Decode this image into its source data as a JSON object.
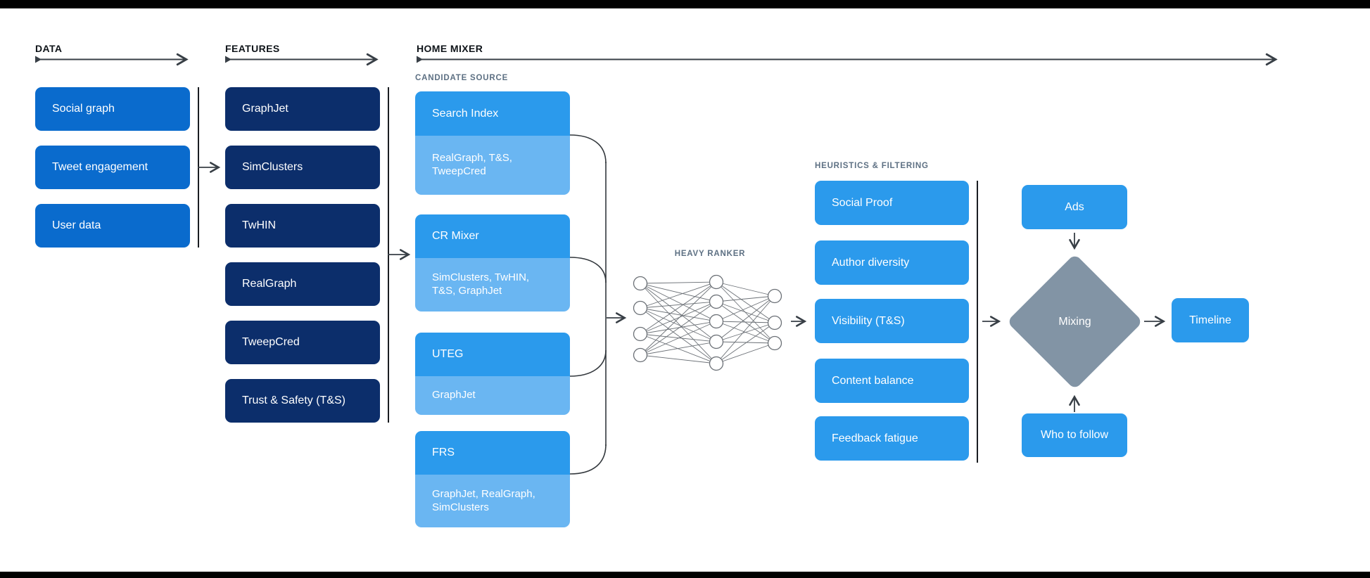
{
  "colors": {
    "primary_blue": "#0a6bcd",
    "navy": "#0c2e6b",
    "sky_blue": "#2b9aec",
    "sky_light": "#6ab6f2",
    "diamond_gray": "#8294a5",
    "bar_black": "#000000",
    "heading_text": "#0f1419",
    "sublabel_text": "#5d7083",
    "line_color": "#383f46"
  },
  "sections": {
    "data": {
      "title": "DATA",
      "items": [
        "Social graph",
        "Tweet engagement",
        "User data"
      ]
    },
    "features": {
      "title": "FEATURES",
      "items": [
        "GraphJet",
        "SimClusters",
        "TwHIN",
        "RealGraph",
        "TweepCred",
        "Trust & Safety (T&S)"
      ]
    },
    "home_mixer": {
      "title": "HOME MIXER",
      "candidate_source": {
        "label": "CANDIDATE SOURCE",
        "items": [
          {
            "name": "Search Index",
            "sources": "RealGraph, T&S, TweepCred"
          },
          {
            "name": "CR Mixer",
            "sources": "SimClusters, TwHIN, T&S, GraphJet"
          },
          {
            "name": "UTEG",
            "sources": "GraphJet"
          },
          {
            "name": "FRS",
            "sources": "GraphJet, RealGraph, SimClusters"
          }
        ]
      },
      "heavy_ranker": {
        "label": "HEAVY RANKER"
      },
      "heuristics": {
        "label": "HEURISTICS & FILTERING",
        "items": [
          "Social Proof",
          "Author diversity",
          "Visibility (T&S)",
          "Content balance",
          "Feedback fatigue"
        ]
      },
      "mixing_stage": {
        "ads": "Ads",
        "mixing": "Mixing",
        "who_to_follow": "Who to follow",
        "timeline": "Timeline"
      }
    }
  }
}
